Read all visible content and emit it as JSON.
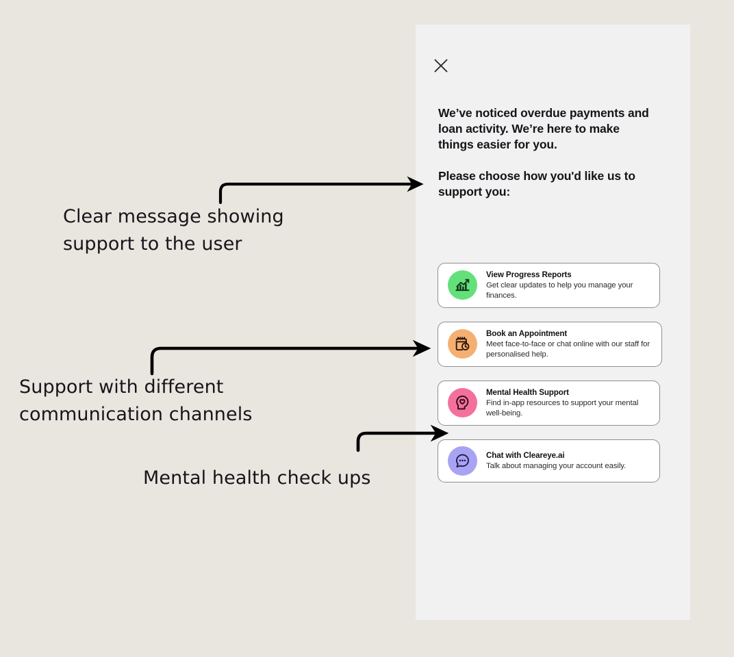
{
  "page": {
    "background_color": "#e9e6e0",
    "panel_background_color": "#f1f1f1"
  },
  "annotations": [
    {
      "id": "annot-1",
      "text": "Clear message showing\nsupport to the user"
    },
    {
      "id": "annot-2",
      "text": "Support with different\ncommunication channels"
    },
    {
      "id": "annot-3",
      "text": "Mental health check ups"
    }
  ],
  "panel": {
    "close_icon": "close-icon",
    "intro": {
      "paragraph_1": "We’ve noticed overdue payments and loan activity. We’re here to make things easier for you.",
      "paragraph_2": "Please choose how you'd like us to support you:"
    },
    "cards": [
      {
        "title": "View Progress Reports",
        "desc": "Get clear updates to help you manage your finances.",
        "icon": "chart-growth-icon",
        "icon_bg": "#63e07a",
        "icon_stroke": "#14381c"
      },
      {
        "title": "Book an Appointment",
        "desc": "Meet face-to-face or chat online with our staff for personalised help.",
        "icon": "calendar-clock-icon",
        "icon_bg": "#f4b072",
        "icon_stroke": "#2b1408"
      },
      {
        "title": "Mental Health Support",
        "desc": "Find in-app resources to support your mental well-being.",
        "icon": "head-heart-icon",
        "icon_bg": "#f4709c",
        "icon_stroke": "#2a0a16"
      },
      {
        "title": "Chat with Cleareye.ai",
        "desc": "Talk about managing your account easily.",
        "icon": "chat-bubble-icon",
        "icon_bg": "#a9a3f3",
        "icon_stroke": "#221a4e"
      }
    ]
  }
}
